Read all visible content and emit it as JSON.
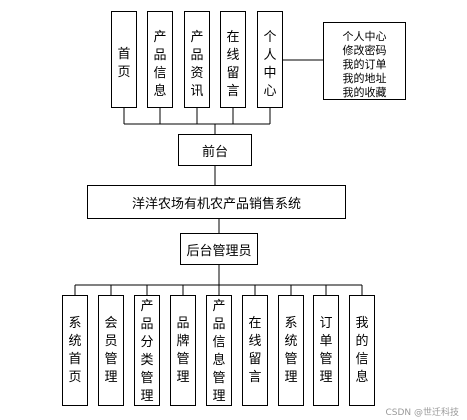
{
  "diagram": {
    "frontend_pages": [
      "首\n页",
      "产\n品\n信\n息",
      "产\n品\n资\n讯",
      "在\n线\n留\n言",
      "个\n人\n中\n心"
    ],
    "personal_center_items": "个人中心\n修改密码\n我的订单\n我的地址\n我的收藏",
    "frontend": "前台",
    "system": "洋洋农场有机农产品销售系统",
    "admin": "后台管理员",
    "admin_modules": [
      "系\n统\n首\n页",
      "会\n员\n管\n理",
      "产\n品\n分\n类\n管\n理",
      "品\n牌\n管\n理",
      "产\n品\n信\n息\n管\n理",
      "在\n线\n留\n言",
      "系\n统\n管\n理",
      "订\n单\n管\n理",
      "我\n的\n信\n息"
    ]
  },
  "watermark": "CSDN @世迁科技"
}
